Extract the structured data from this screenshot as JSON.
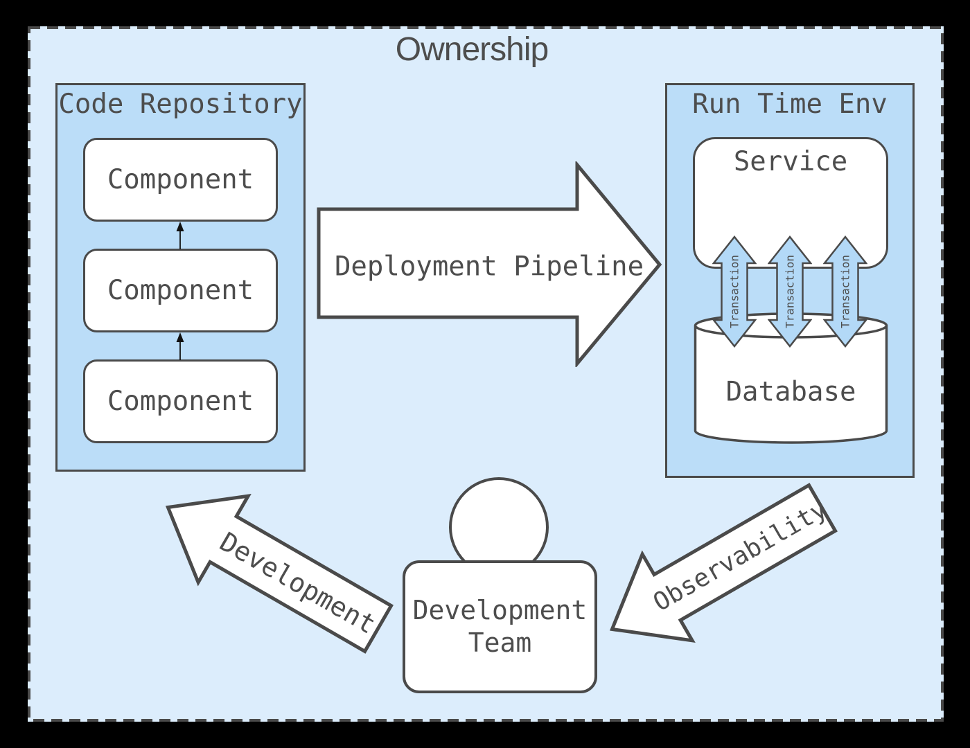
{
  "diagram": {
    "title": "Ownership",
    "code_repository": {
      "title": "Code Repository",
      "components": [
        {
          "label": "Component"
        },
        {
          "label": "Component"
        },
        {
          "label": "Component"
        }
      ]
    },
    "deployment_pipeline": {
      "label": "Deployment Pipeline"
    },
    "runtime_env": {
      "title": "Run Time Env",
      "service": {
        "label": "Service"
      },
      "database": {
        "label": "Database"
      },
      "transactions": [
        {
          "label": "Transaction"
        },
        {
          "label": "Transaction"
        },
        {
          "label": "Transaction"
        }
      ]
    },
    "development_team": {
      "line1": "Development",
      "line2": "Team"
    },
    "development_arrow": {
      "label": "Development"
    },
    "observability_arrow": {
      "label": "Observability"
    },
    "colors": {
      "outer_background": "#000000",
      "boundary_fill": "#dcedfc",
      "panel_fill": "#bbddf8",
      "transaction_arrow_fill": "#b3d9f7",
      "shape_fill": "#ffffff",
      "stroke": "#4a4a4a",
      "text": "#4d4d4d"
    }
  }
}
